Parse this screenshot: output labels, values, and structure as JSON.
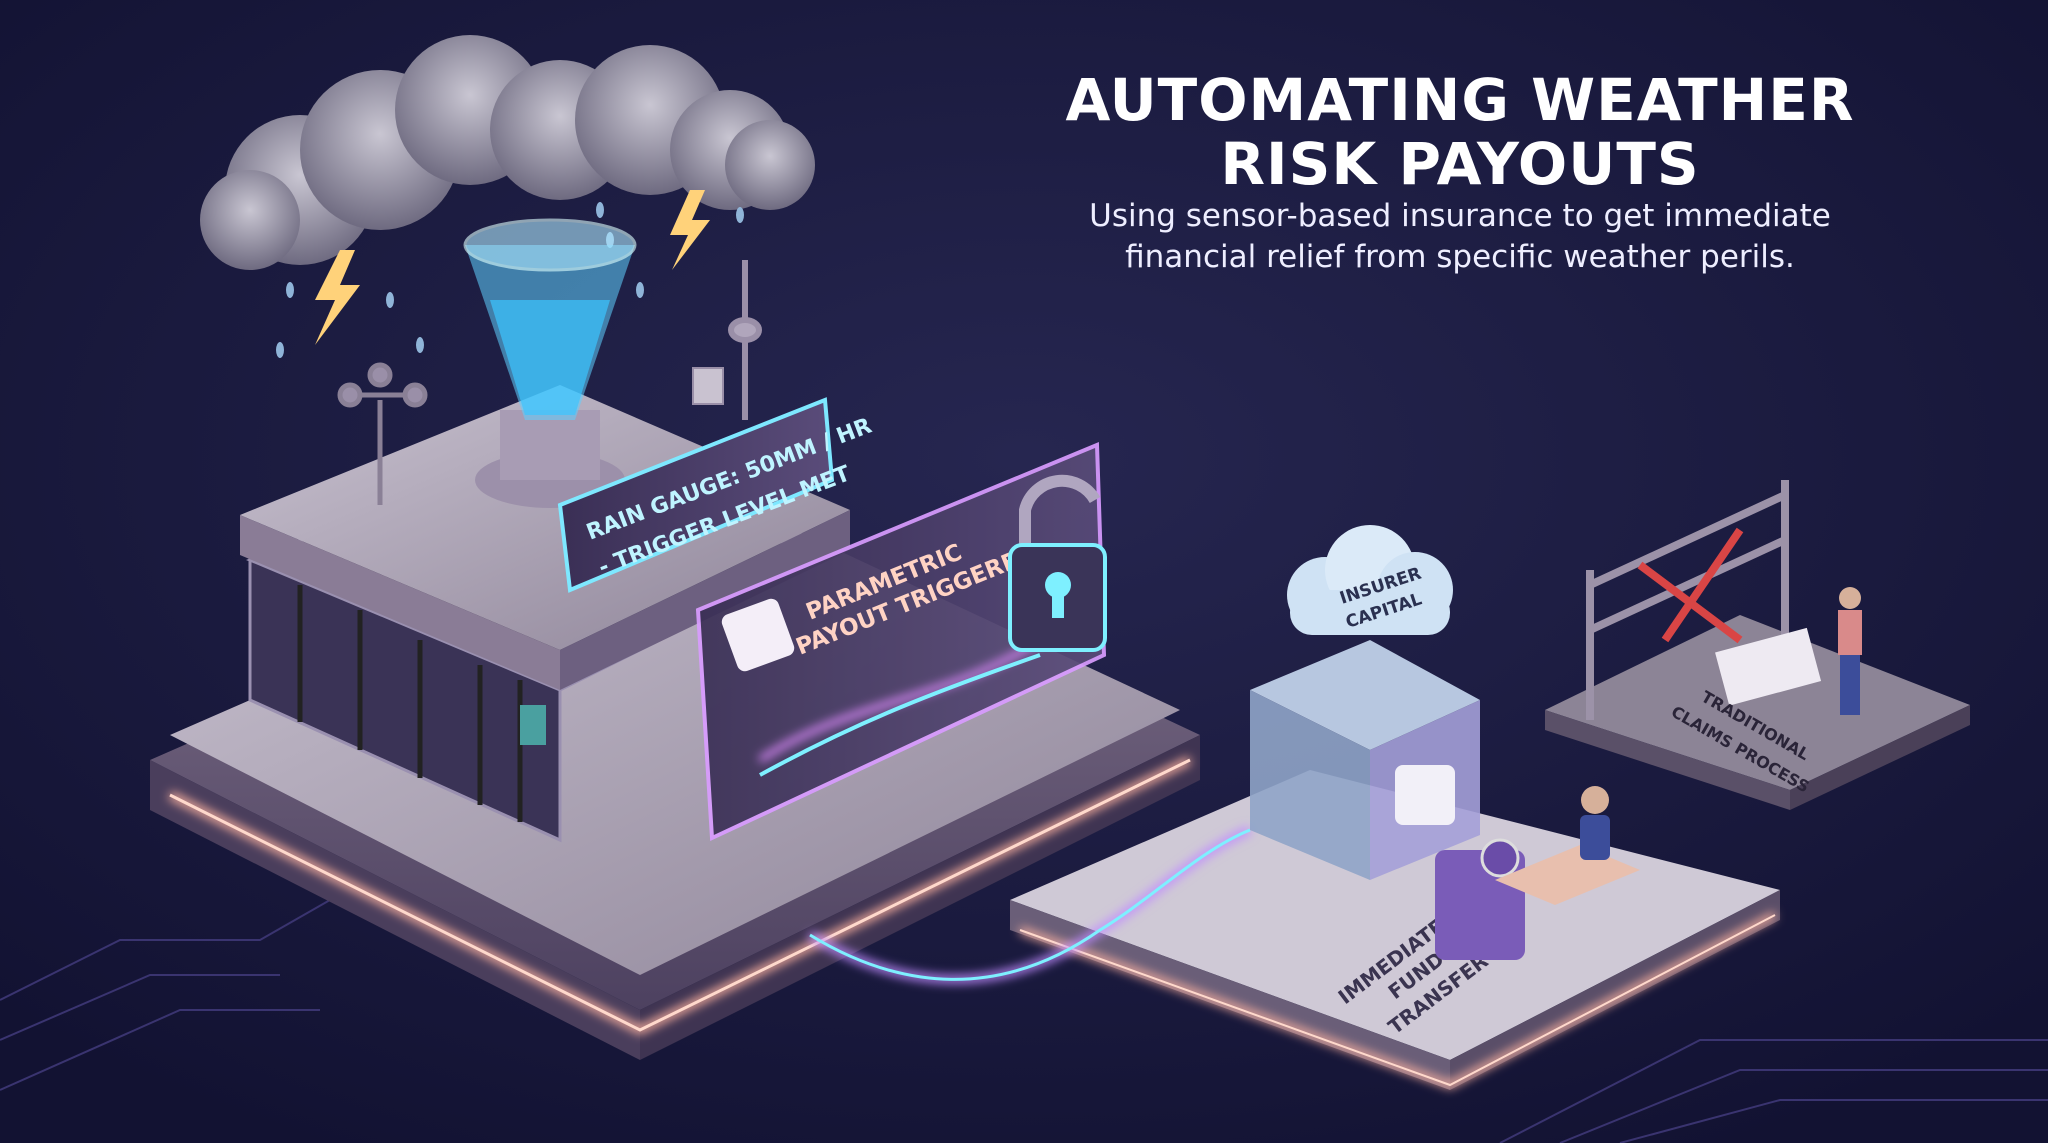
{
  "header": {
    "title_line1": "AUTOMATING WEATHER",
    "title_line2": "RISK PAYOUTS",
    "subtitle_line1": "Using sensor-based insurance to get immediate",
    "subtitle_line2": "financial relief from specific weather perils."
  },
  "labels": {
    "rain_gauge_line1": "RAIN GAUGE: 50MM / HR",
    "rain_gauge_line2": "- TRIGGER LEVEL MET",
    "payout_line1": "PARAMETRIC",
    "payout_line2": "PAYOUT TRIGGERED",
    "insurer_line1": "INSURER",
    "insurer_line2": "CAPITAL",
    "transfer_line1": "IMMEDIATE",
    "transfer_line2": "FUND",
    "transfer_line3": "TRANSFER",
    "traditional_line1": "TRADITIONAL",
    "traditional_line2": "CLAIMS PROCESS"
  },
  "colors": {
    "background": "#16163a",
    "glow_pink": "#ffb3a0",
    "cyan": "#6ff0ff",
    "purple": "#c08cff",
    "lock_red": "#d94545"
  }
}
